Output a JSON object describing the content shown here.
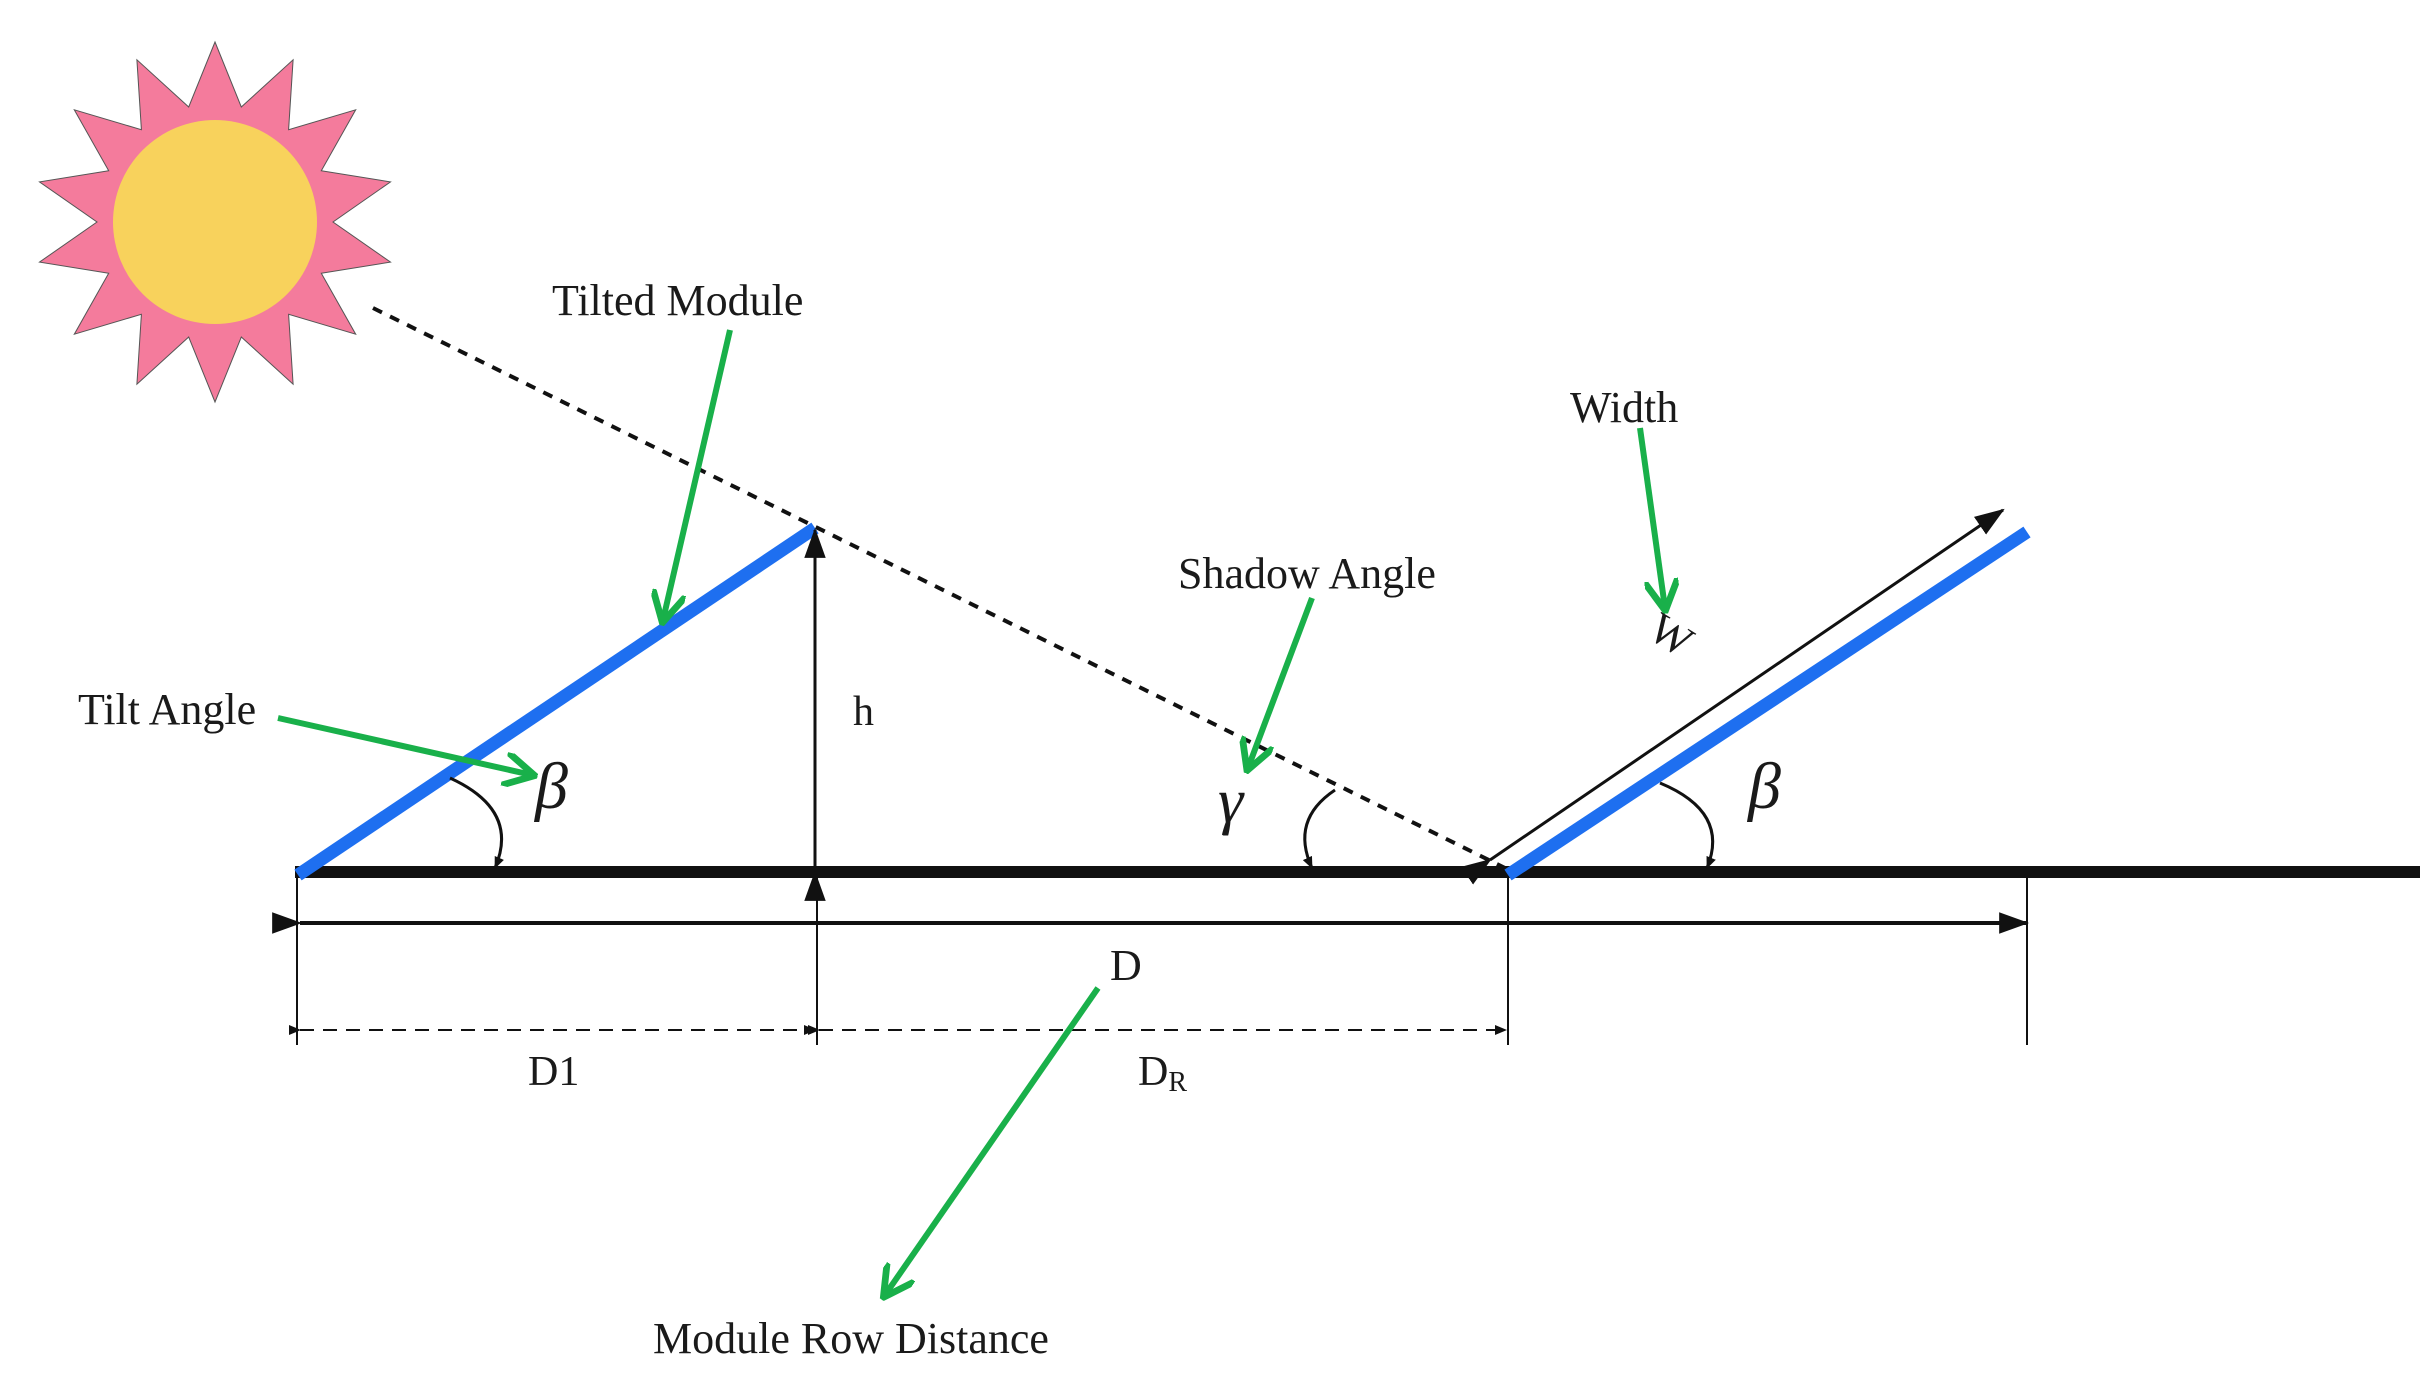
{
  "labels": {
    "tilted_module": "Tilted Module",
    "width": "Width",
    "shadow_angle": "Shadow Angle",
    "tilt_angle": "Tilt Angle",
    "module_row_distance": "Module Row Distance",
    "h": "h",
    "w": "W",
    "d": "D",
    "d1": "D1",
    "dr_main": "D",
    "dr_sub": "R",
    "beta": "β",
    "gamma": "γ"
  },
  "colors": {
    "module": "#1e6ff0",
    "pointer": "#19b04a",
    "line": "#111111",
    "sun_rays": "#f47b9c",
    "sun_core": "#f8d25c"
  },
  "icons": {
    "sun": "sun-icon"
  }
}
